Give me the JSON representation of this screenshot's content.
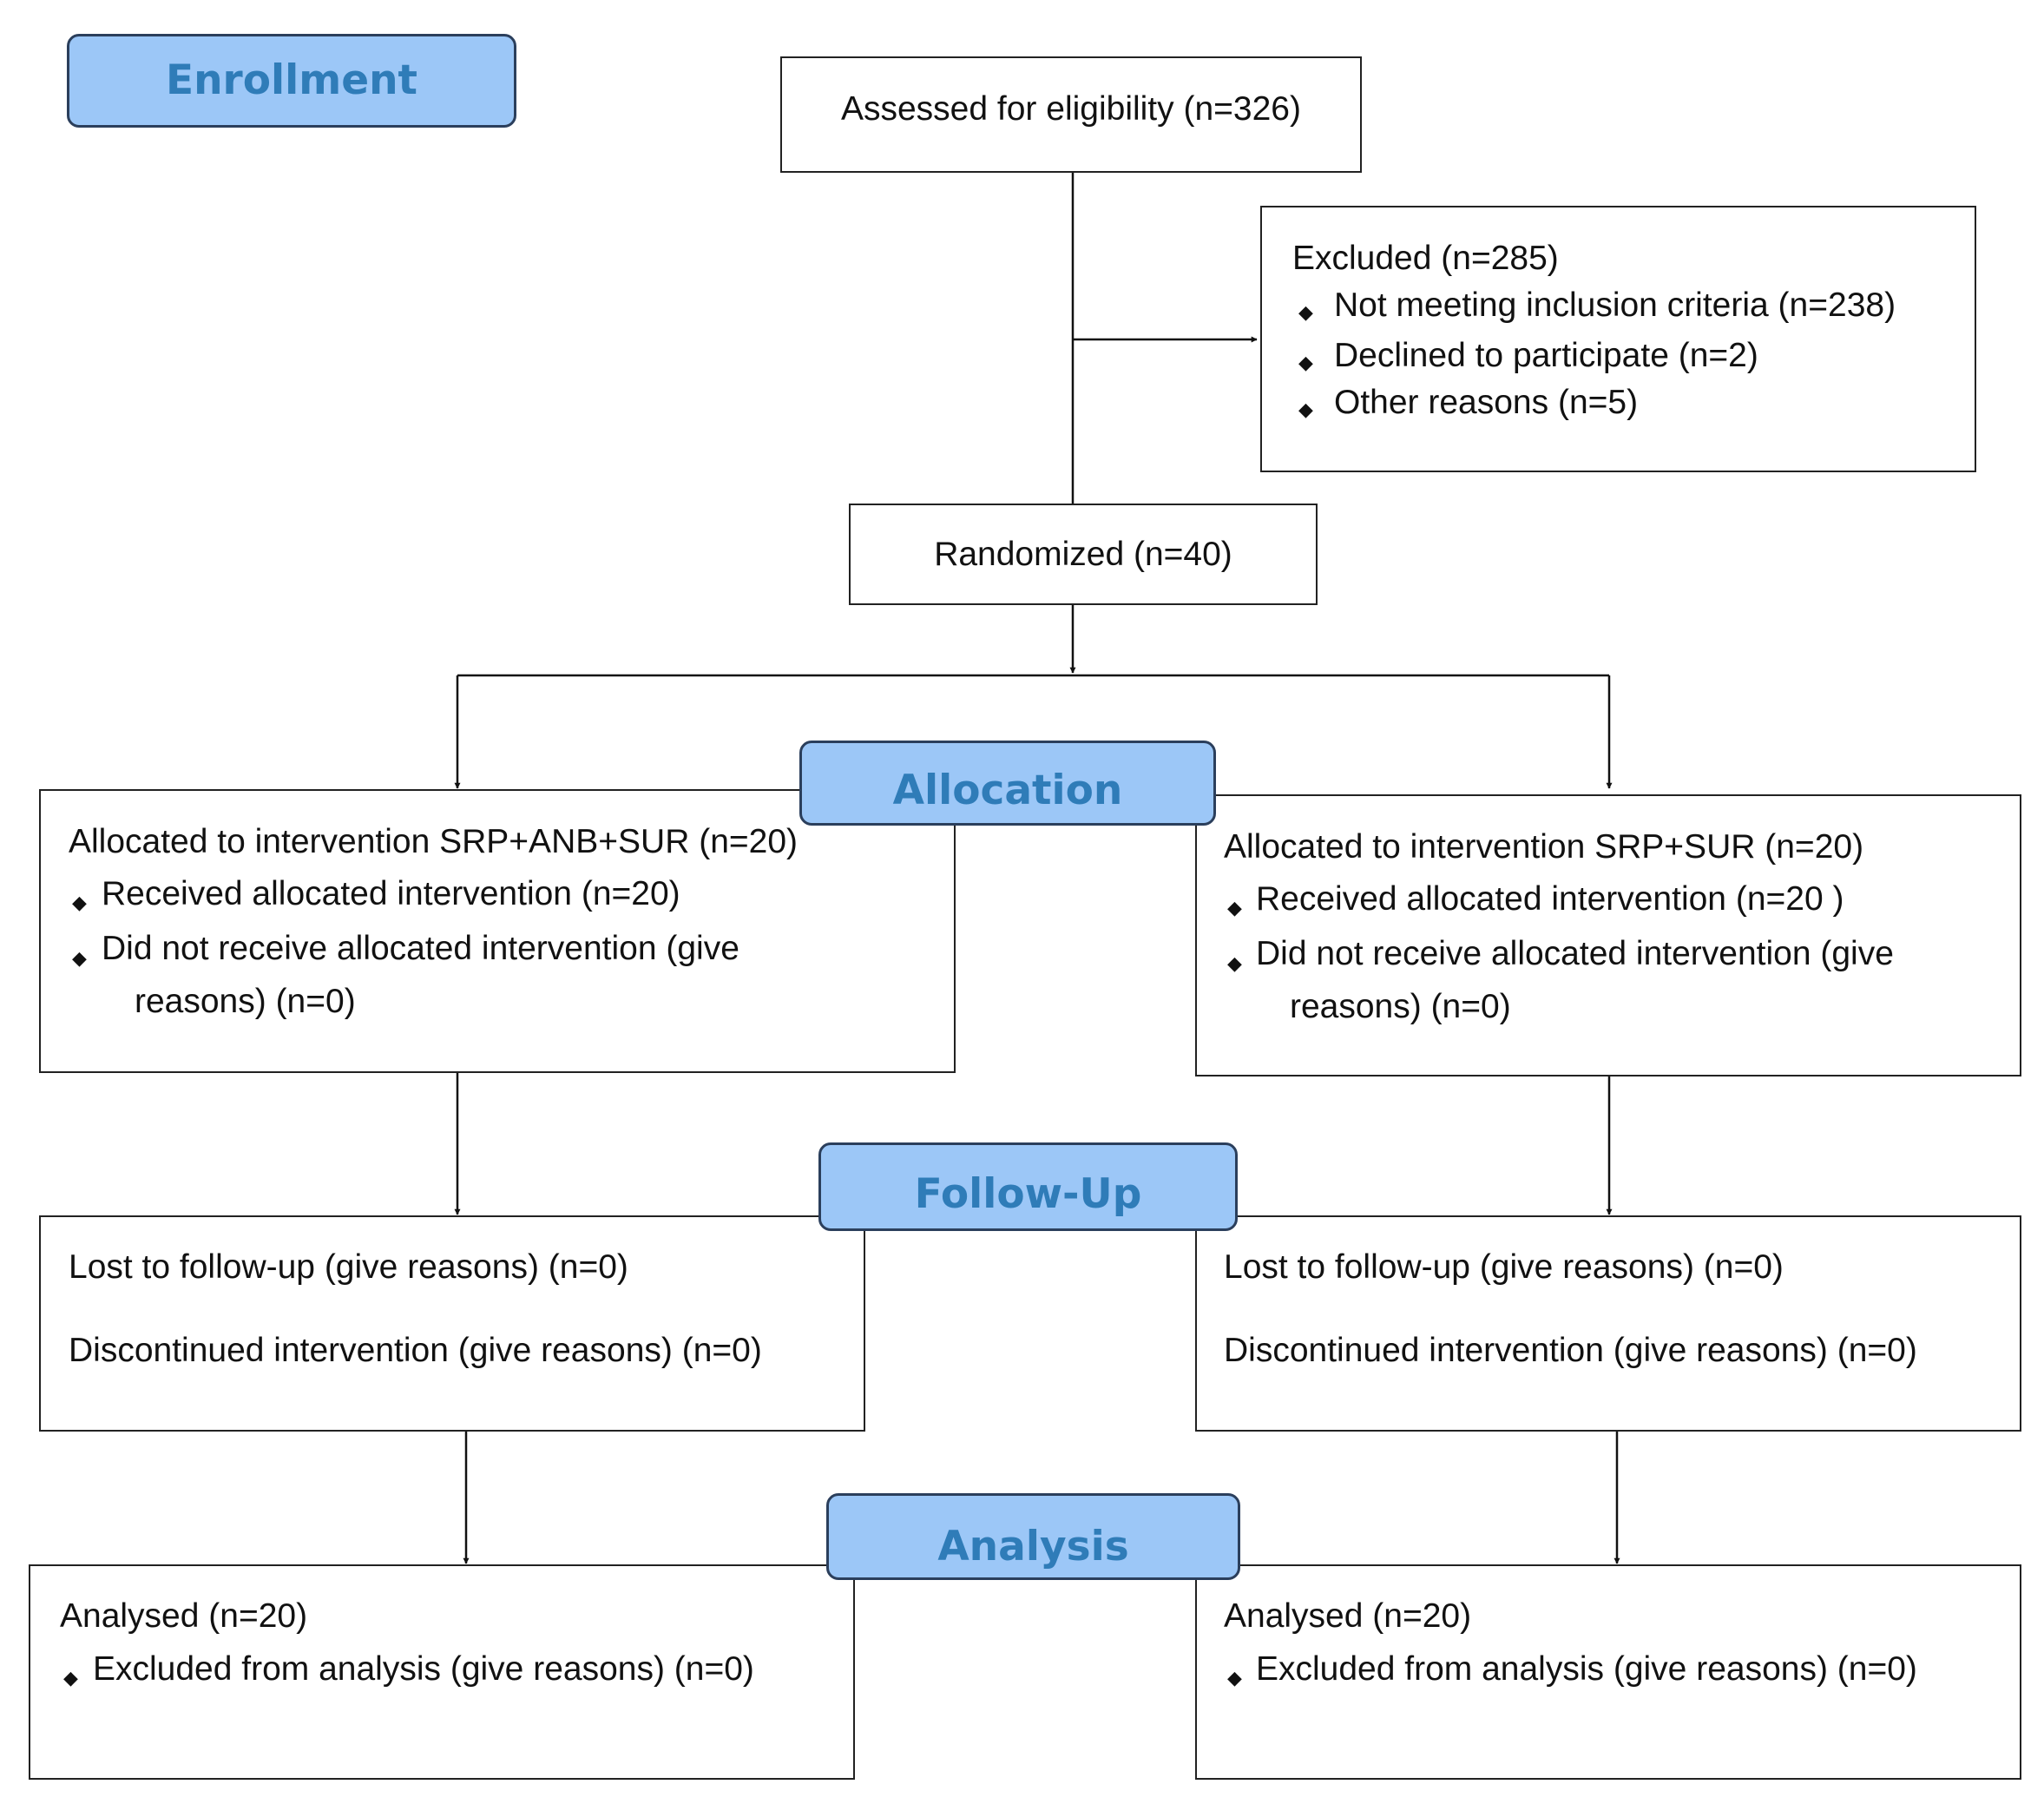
{
  "stages": {
    "enrollment": "Enrollment",
    "allocation": "Allocation",
    "follow_up": "Follow-Up",
    "analysis": "Analysis"
  },
  "assessed": "Assessed for eligibility (n=326)",
  "excluded": {
    "title": "Excluded  (n=285)",
    "items": [
      "Not meeting inclusion criteria (n=238)",
      "Declined to participate (n=2)",
      "Other reasons (n=5)"
    ]
  },
  "randomized": "Randomized (n=40)",
  "bullet_symbol": "◆",
  "allocation_left": {
    "title": "Allocated to intervention SRP+ANB+SUR (n=20)",
    "received": "Received allocated intervention (n=20)",
    "not_received_1": "Did not receive allocated intervention (give",
    "not_received_2": "reasons) (n=0)"
  },
  "allocation_right": {
    "title": "Allocated to intervention SRP+SUR (n=20)",
    "received": "Received allocated intervention (n=20 )",
    "not_received_1": "Did not receive allocated intervention (give",
    "not_received_2": "reasons) (n=0)"
  },
  "followup_left": {
    "lost": "Lost to follow-up (give reasons) (n=0)",
    "discontinued": "Discontinued intervention (give reasons) (n=0)"
  },
  "followup_right": {
    "lost": "Lost to follow-up (give reasons) (n=0)",
    "discontinued": "Discontinued intervention (give reasons) (n=0)"
  },
  "analysis_left": {
    "title": "Analysed  (n=20)",
    "excluded": "Excluded from analysis (give reasons) (n=0)"
  },
  "analysis_right": {
    "title": "Analysed  (n=20)",
    "excluded": "Excluded from analysis (give reasons) (n=0)"
  },
  "colors": {
    "stage_fill": "#9cc7f7",
    "stage_text": "#2f7cb8",
    "line": "#111111"
  }
}
